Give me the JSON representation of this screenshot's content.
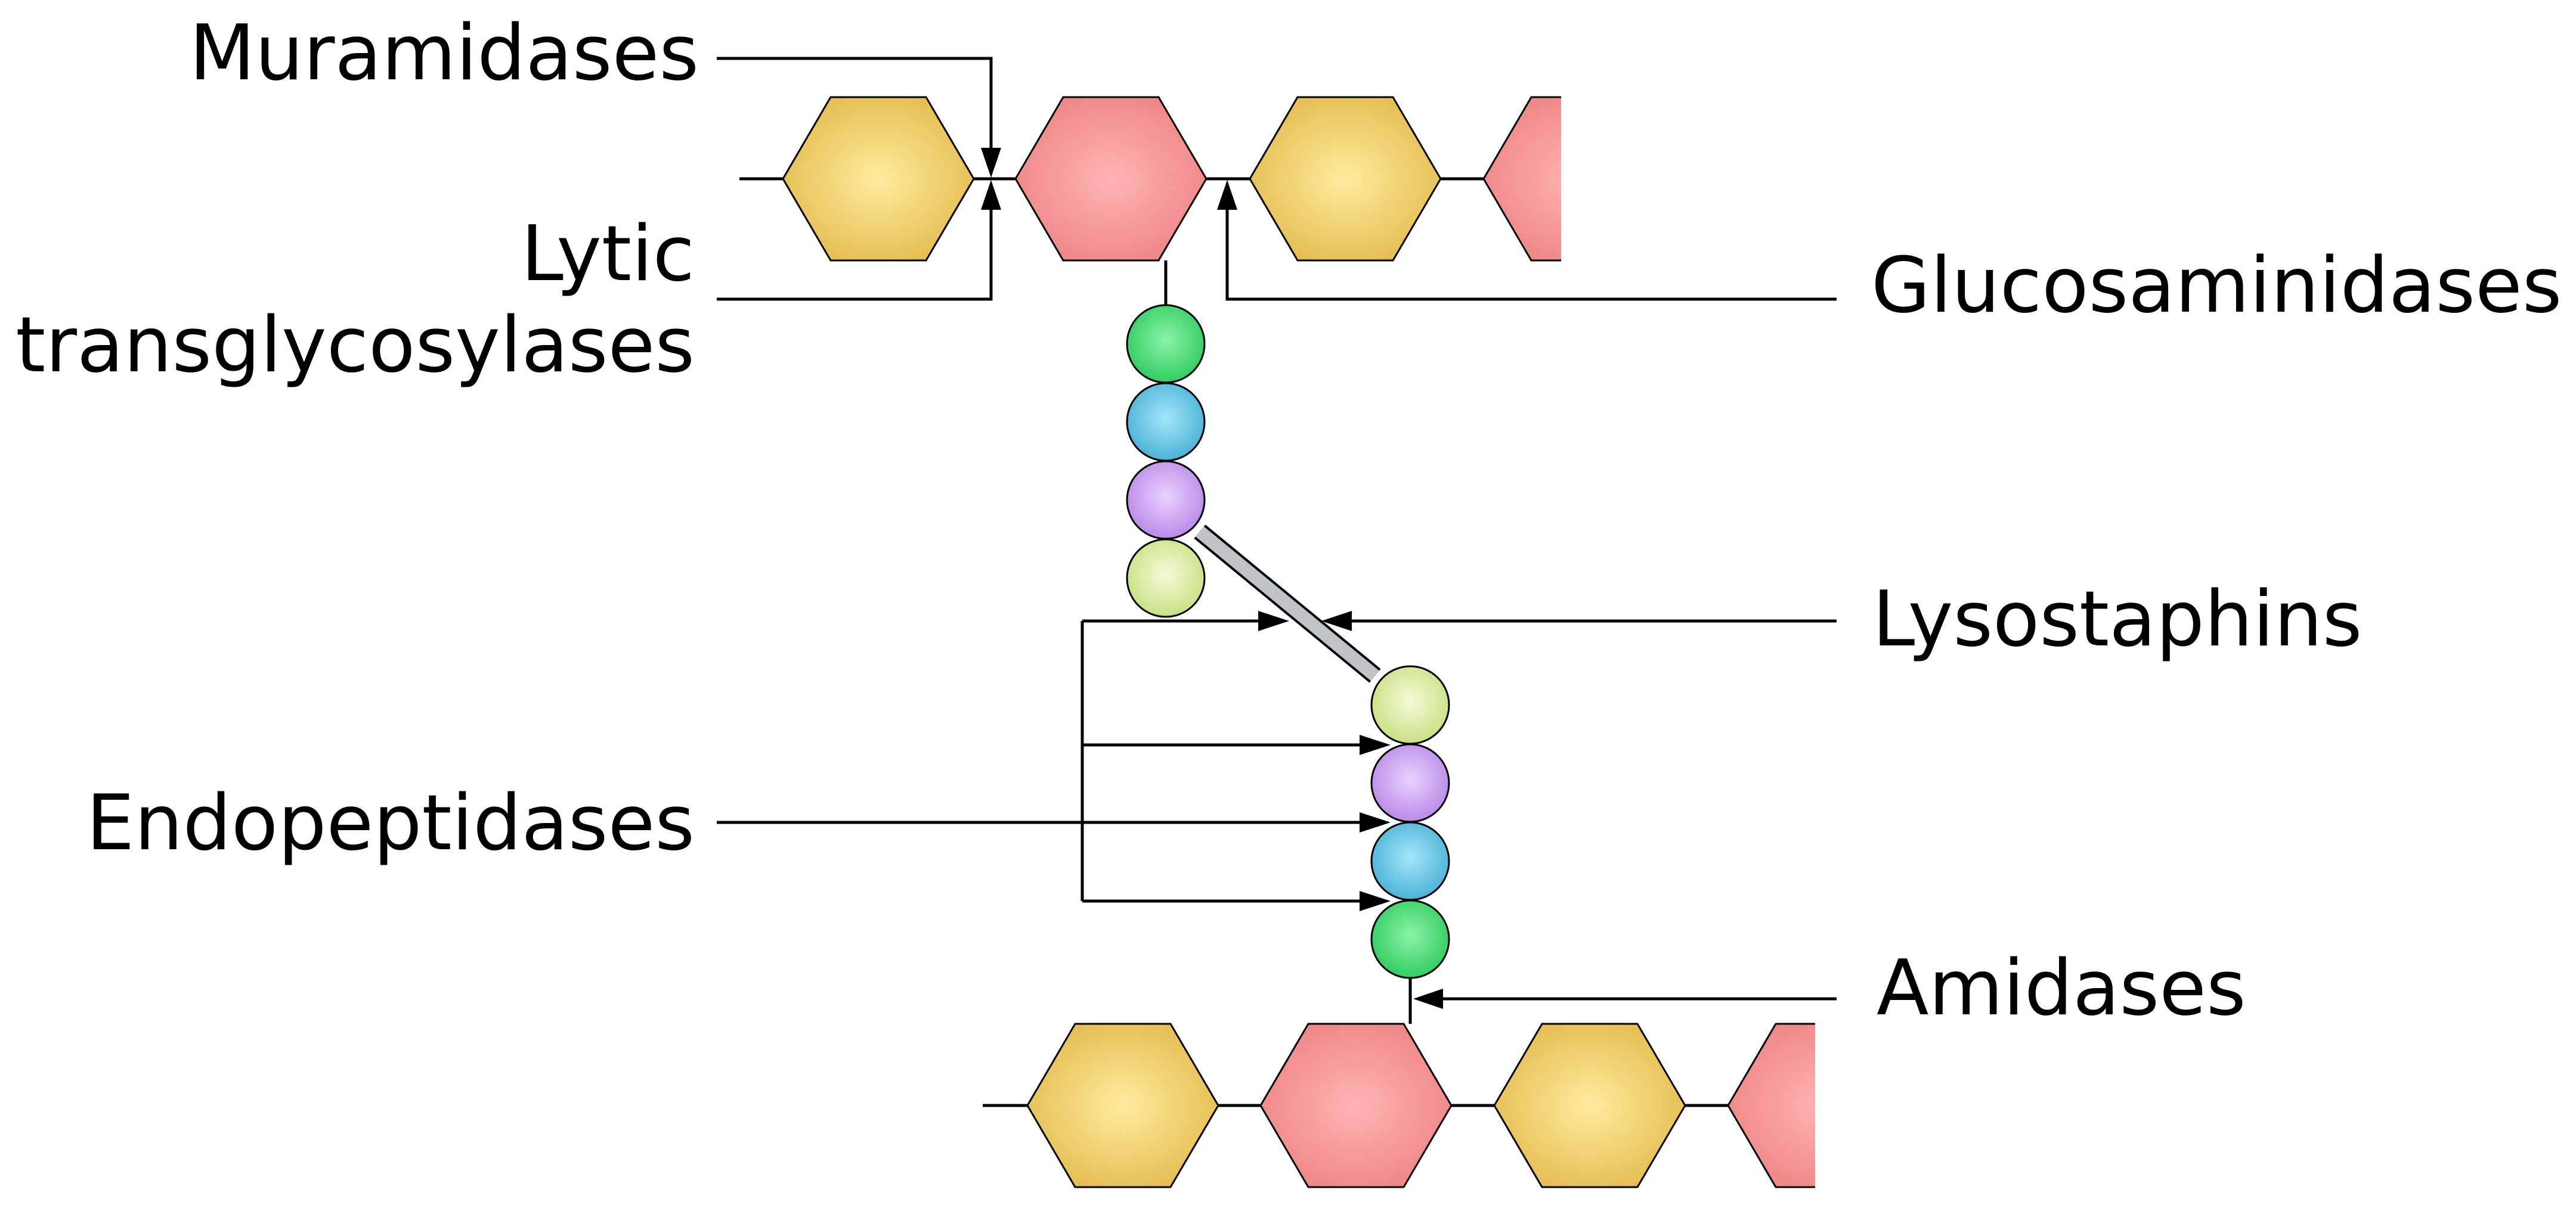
{
  "labels": {
    "muramidases": "Muramidases",
    "lytic_line1": "Lytic",
    "lytic_line2": "transglycosylases",
    "glucosaminidases": "Glucosaminidases",
    "lysostaphins": "Lysostaphins",
    "endopeptidases": "Endopeptidases",
    "amidases": "Amidases"
  },
  "colors": {
    "nag_sugar": "#E2B94A",
    "nam_sugar": "#F28A8A",
    "residue_1": "#3EDC6E",
    "residue_2": "#5CC3E6",
    "residue_3": "#C99AF0",
    "residue_4": "#D6EC98",
    "crossbridge": "#BFC3C7"
  }
}
